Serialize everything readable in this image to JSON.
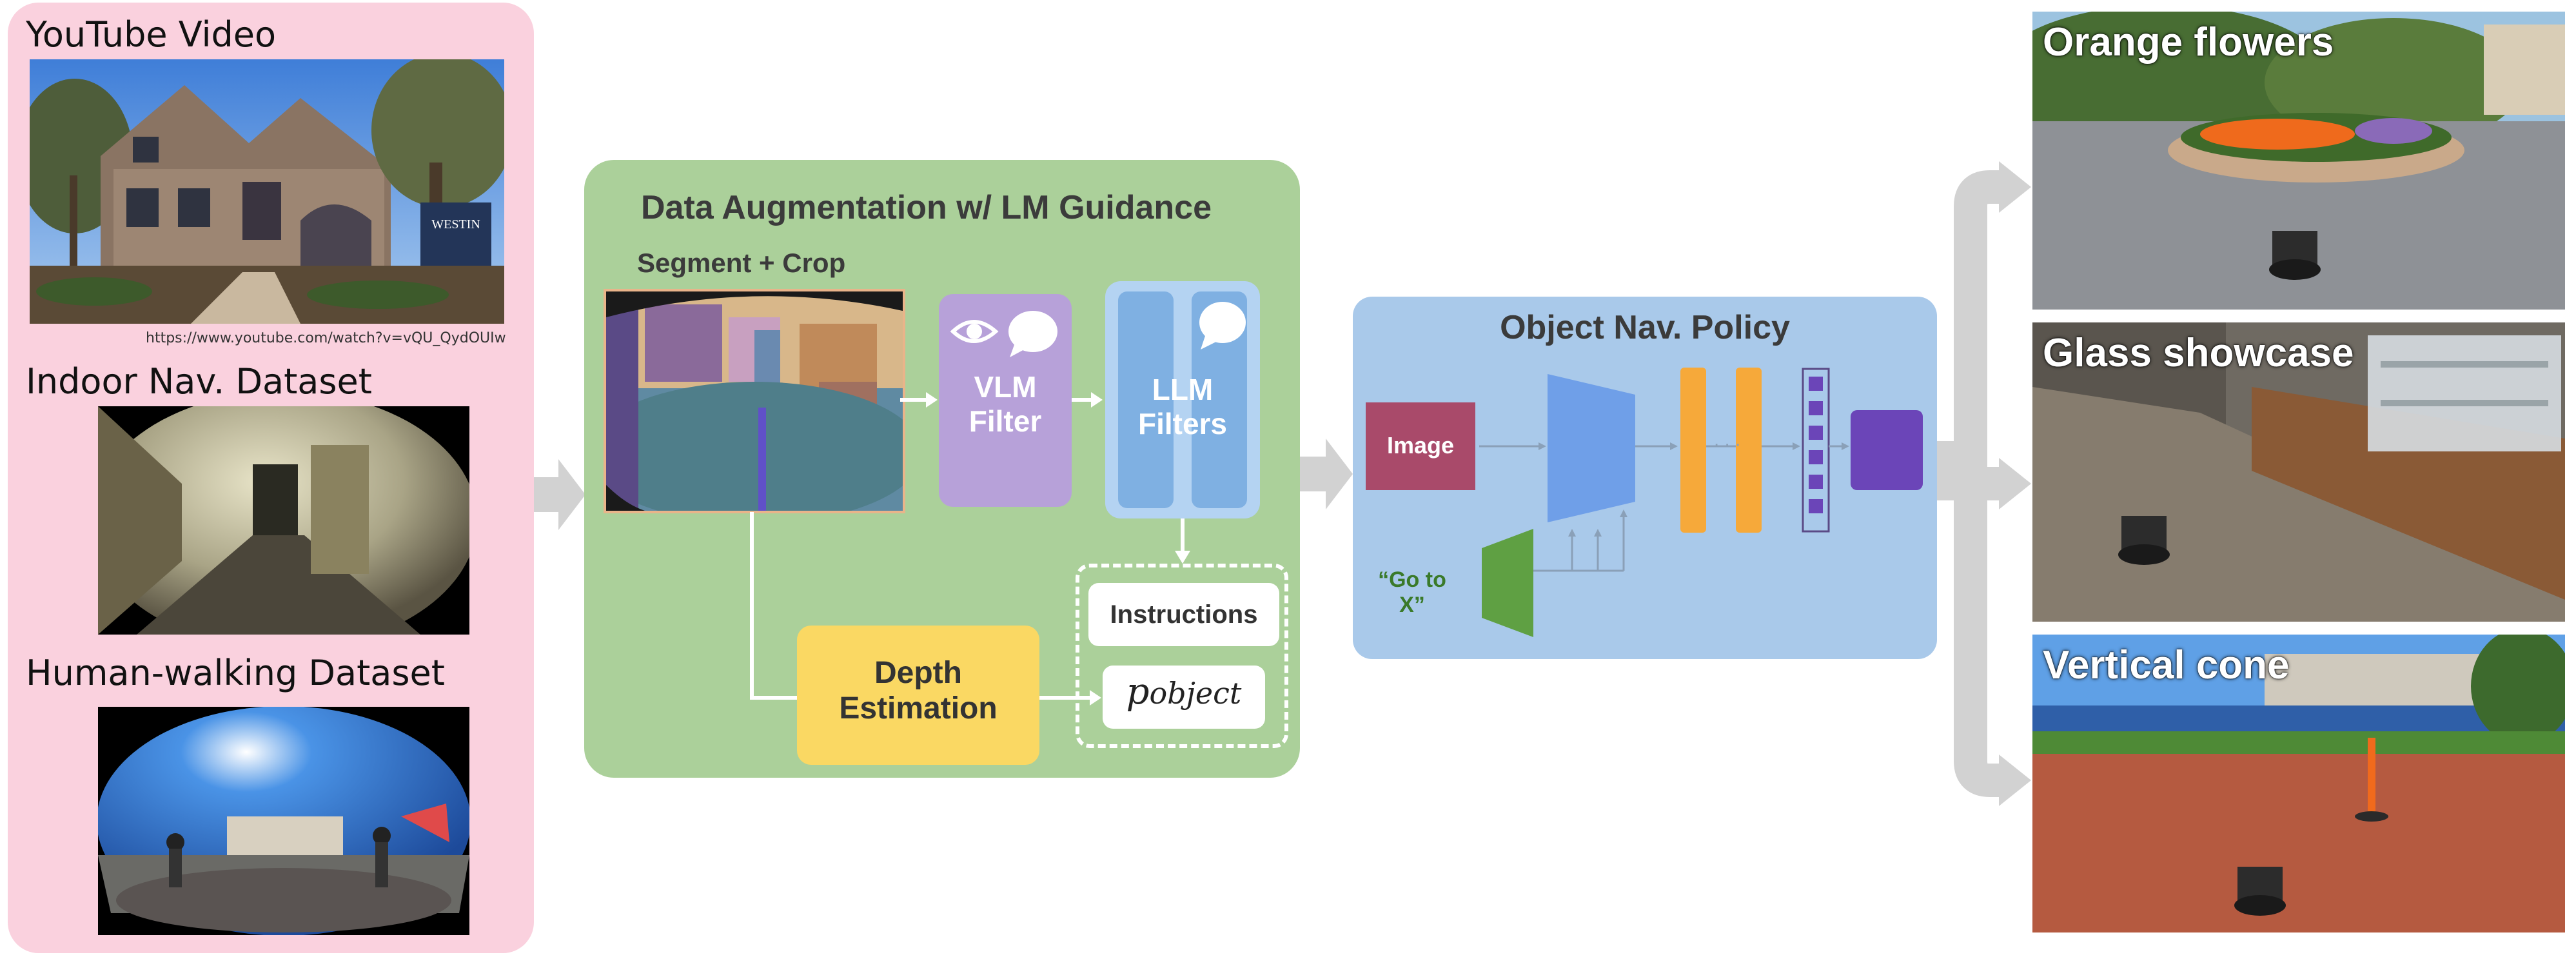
{
  "sources": {
    "youtube_title": "YouTube Video",
    "youtube_url": "https://www.youtube.com/watch?v=vQU_QydOUIw",
    "youtube_sign": "WESTIN",
    "indoor_title": "Indoor Nav. Dataset",
    "human_title": "Human-walking Dataset"
  },
  "augmentation": {
    "title": "Data Augmentation w/ LM Guidance",
    "segment_label": "Segment + Crop",
    "vlm_label": "VLM\nFilter",
    "llm_label": "LLM\nFilters",
    "depth_label": "Depth\nEstimation",
    "instructions_label": "Instructions",
    "p_object_base": "p",
    "p_object_sub": "object"
  },
  "policy": {
    "title": "Object Nav. Policy",
    "image_label": "Image",
    "goto_label": "“Go to\nX”",
    "dots": "· · ·"
  },
  "results": [
    {
      "caption": "Orange flowers"
    },
    {
      "caption": "Glass showcase"
    },
    {
      "caption": "Vertical cone"
    }
  ],
  "colors": {
    "sources_bg": "#fad1de",
    "augmentation_bg": "#abd09a",
    "policy_bg": "#a9c9ea",
    "vlm": "#b7a1d9",
    "llm": "#7fb0e2",
    "depth": "#fad863",
    "image_box": "#a94a6a",
    "encoder": "#6f9fe8",
    "mlp": "#f6a93a",
    "text_encoder": "#5fa043",
    "output": "#6b45b8",
    "arrow_grey": "#d2d2d2"
  }
}
